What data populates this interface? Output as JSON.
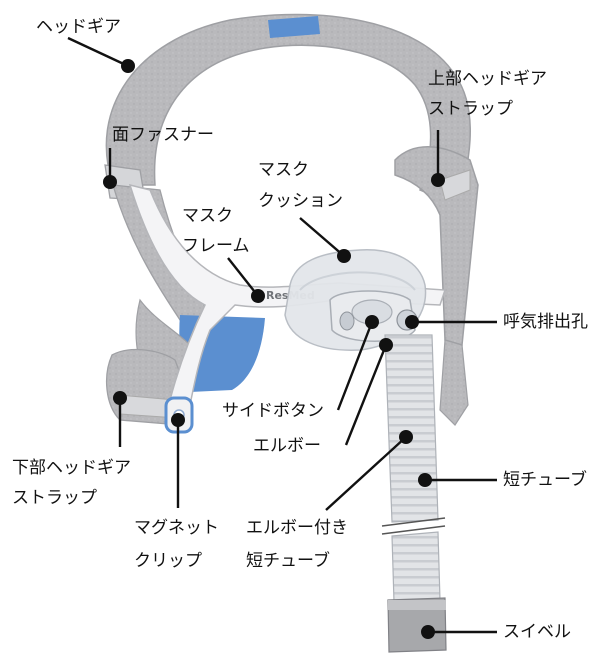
{
  "labels": {
    "headgear": "ヘッドギア",
    "upper_strap_1": "上部ヘッドギア",
    "upper_strap_2": "ストラップ",
    "face_fastener": "面ファスナー",
    "mask_cushion_1": "マスク",
    "mask_cushion_2": "クッション",
    "mask_frame_1": "マスク",
    "mask_frame_2": "フレーム",
    "exhalation_vent": "呼気排出孔",
    "side_button": "サイドボタン",
    "elbow": "エルボー",
    "lower_strap_1": "下部ヘッドギア",
    "lower_strap_2": "ストラップ",
    "magnetic_clip_1": "マグネット",
    "magnetic_clip_2": "クリップ",
    "short_tube": "短チューブ",
    "elbow_tube_1": "エルボー付き",
    "elbow_tube_2": "短チューブ",
    "swivel": "スイベル"
  },
  "logo_text": "ResMed",
  "colors": {
    "strap_gray": "#b9b9bc",
    "strap_border": "#9fa0a4",
    "accent_blue": "#5b8fd0",
    "frame_white": "#f4f4f6",
    "cushion": "#e3e6ea",
    "tube": "#dfe1e4",
    "swivel_gray": "#a7a8ab",
    "leader": "#111111"
  }
}
